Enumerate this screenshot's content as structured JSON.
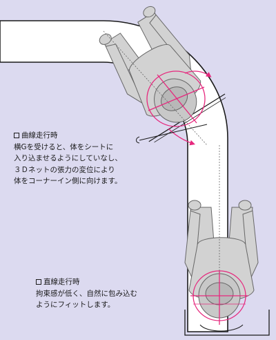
{
  "colors": {
    "background": "#dcdaf0",
    "road_fill": "#ffffff",
    "outline": "#1a1a1a",
    "figure_fill": "#d2d2d2",
    "figure_stroke": "#666666",
    "accent_pink": "#e6287d"
  },
  "icons": [
    "square-bullet-icon",
    "rotation-arrow-icon"
  ],
  "curve_section": {
    "heading": "曲線走行時",
    "lines": [
      "横Gを受けると、体をシートに",
      "入り込ませるようにしていなし、",
      "３Ｄネットの張力の変位により",
      "体をコーナーイン側に向けます。"
    ]
  },
  "straight_section": {
    "heading": "直線走行時",
    "lines": [
      "拘束感が低く、自然に包み込む",
      "ようにフィットします。"
    ]
  }
}
